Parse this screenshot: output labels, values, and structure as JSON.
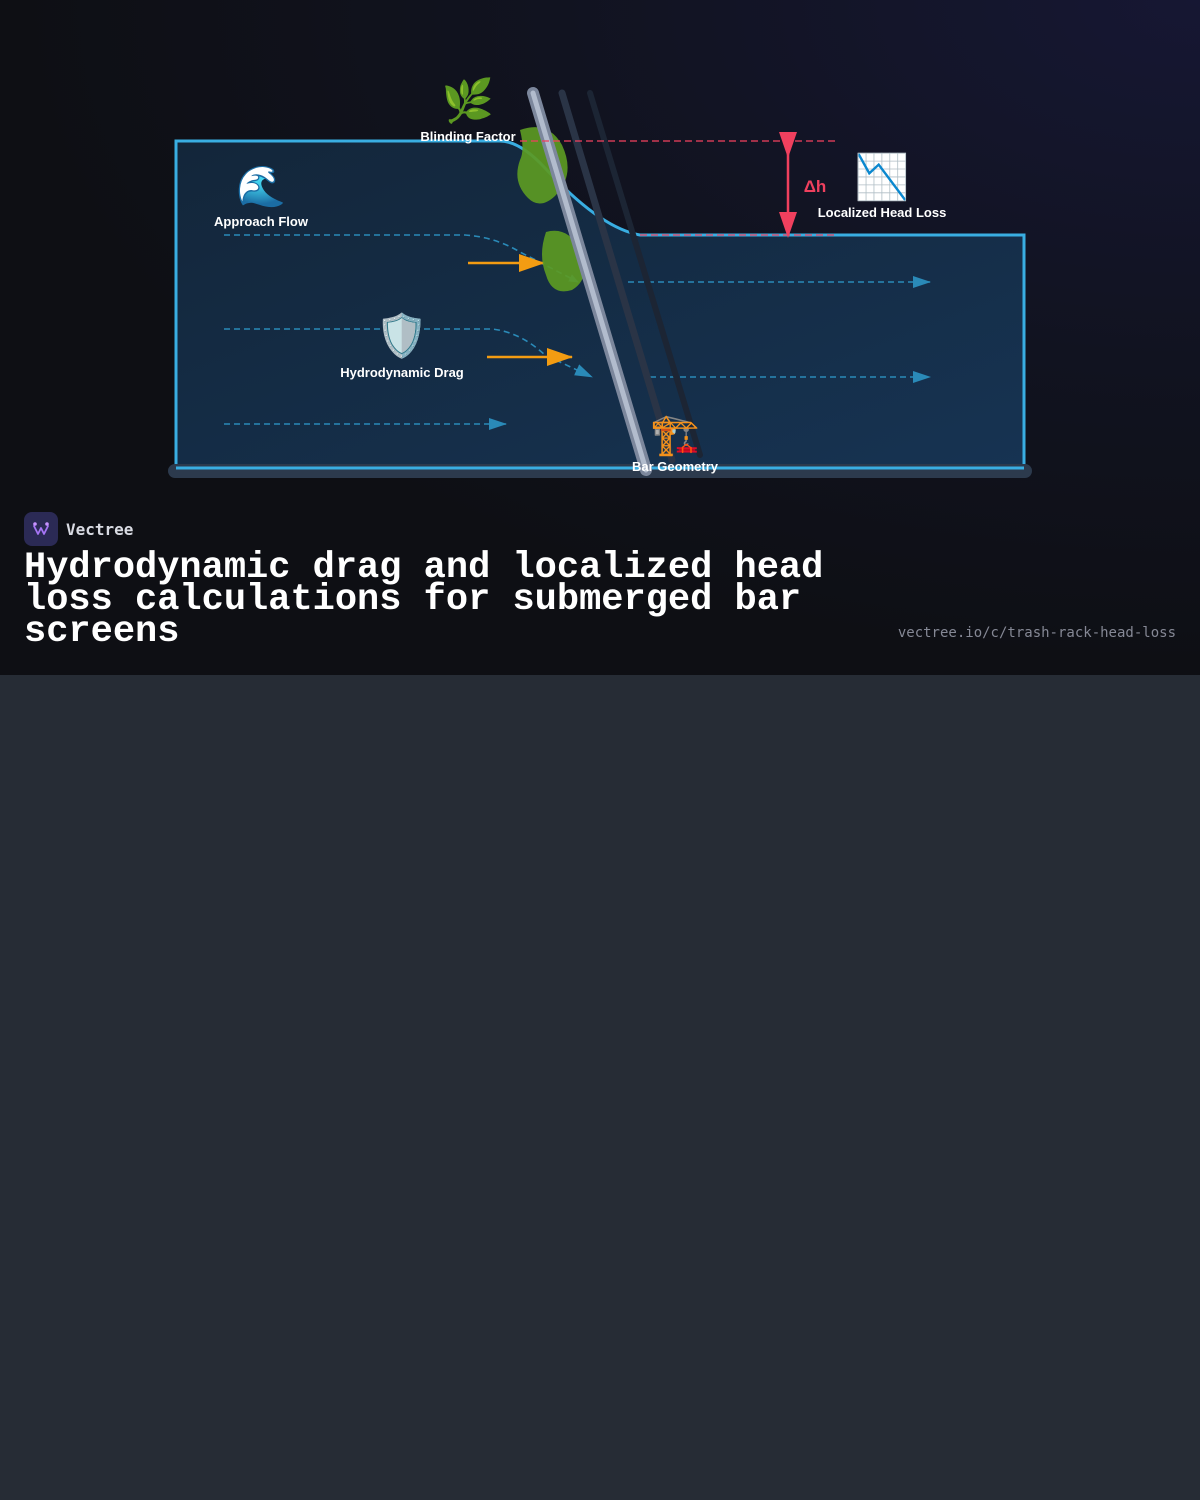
{
  "diagram": {
    "labels": {
      "approach_flow": "Approach Flow",
      "blinding_factor": "Blinding Factor",
      "hydrodynamic_drag": "Hydrodynamic Drag",
      "bar_geometry": "Bar Geometry",
      "localized_head_loss": "Localized Head Loss",
      "delta_h": "Δh"
    },
    "icons": {
      "approach_flow": "wave-icon",
      "blinding_factor": "leaf-icon",
      "hydrodynamic_drag": "shield-icon",
      "bar_geometry": "crane-icon",
      "localized_head_loss": "chart-decreasing-icon"
    },
    "colors": {
      "channel": "#39aee2",
      "flow_line": "#2a8ab8",
      "drag_arrow": "#f39c12",
      "head_loss": "#f0405e",
      "debris": "#5c9a23",
      "bar": "#9aa7bd"
    }
  },
  "footer": {
    "brand": "Vectree",
    "title": "Hydrodynamic drag and localized head loss calculations for submerged bar screens",
    "url": "vectree.io/c/trash-rack-head-loss"
  }
}
